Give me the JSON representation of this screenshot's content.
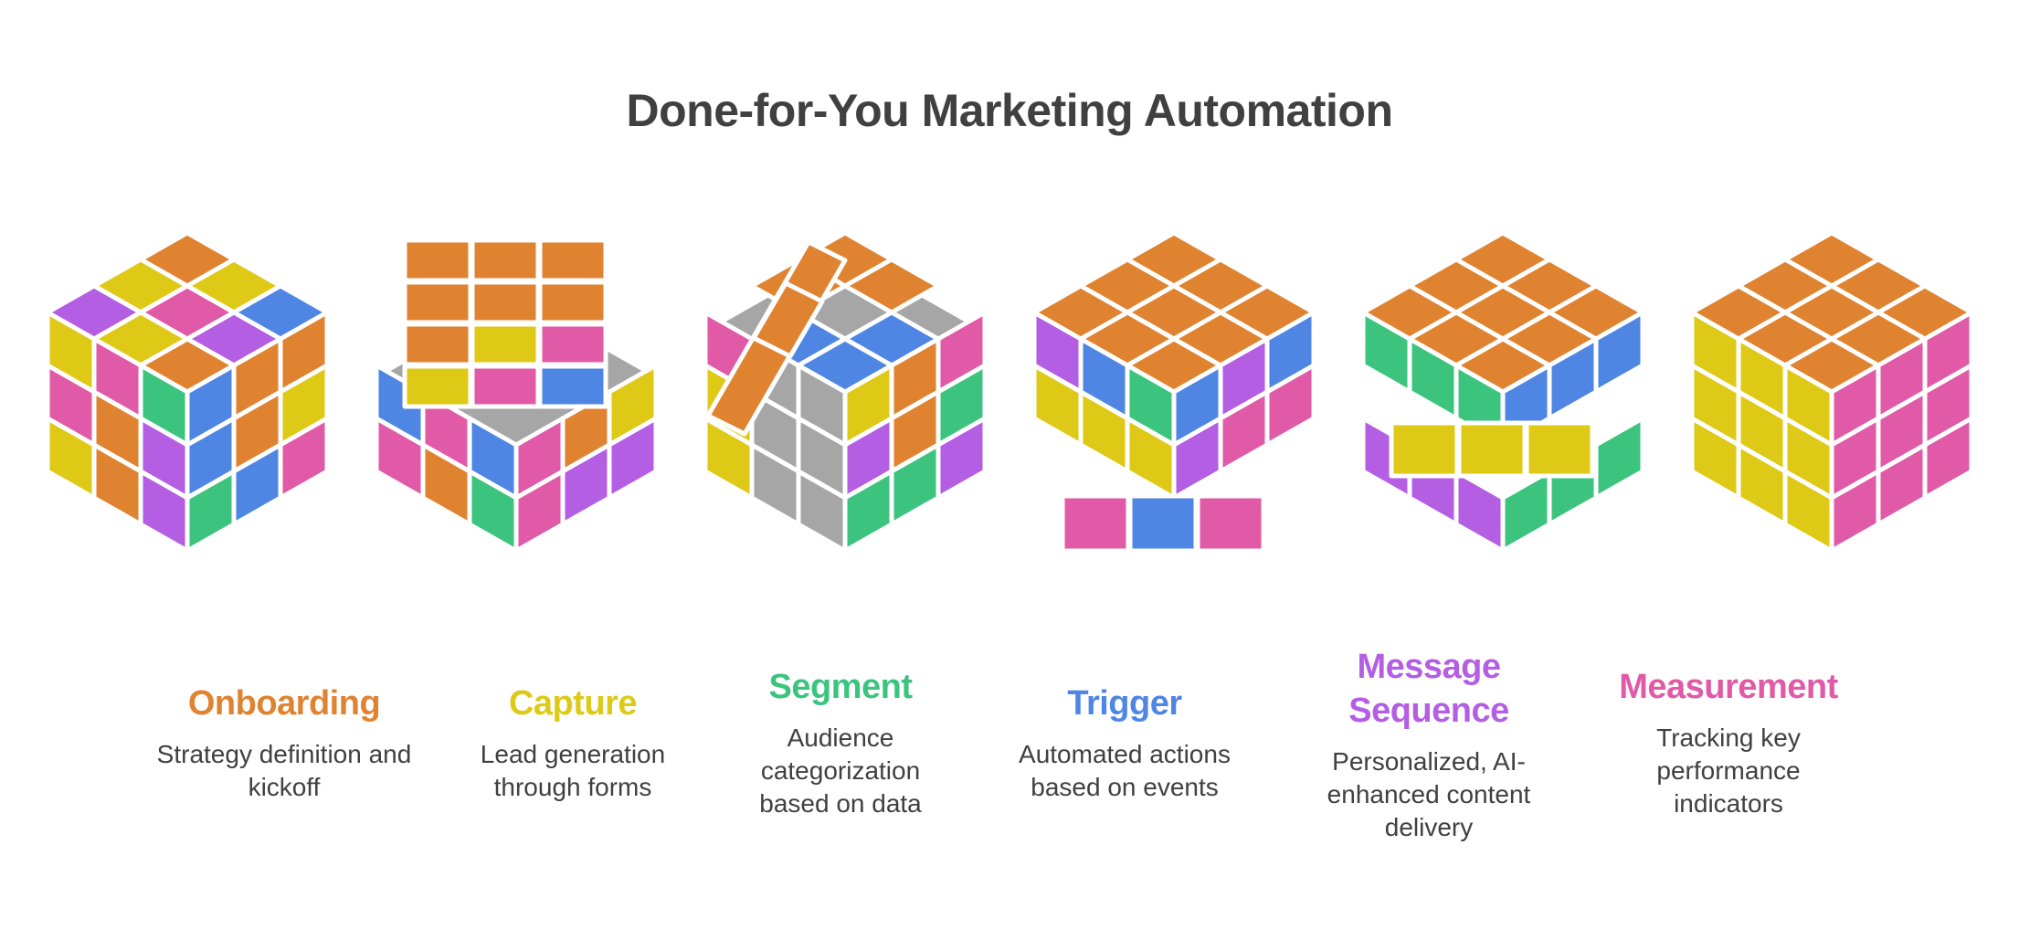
{
  "title": "Done-for-You Marketing Automation",
  "colors": {
    "orange": "#E08331",
    "yellow": "#DFC917",
    "green": "#3CC47F",
    "blue": "#4F86E4",
    "pink": "#E05AA7",
    "purple": "#B35EE3",
    "gray": "#A6A6A6",
    "text": "#404040"
  },
  "steps": [
    {
      "label": "Onboarding",
      "description": "Strategy definition and kickoff",
      "color": "#E08331"
    },
    {
      "label": "Capture",
      "description": "Lead generation through forms",
      "color": "#DFC917"
    },
    {
      "label": "Segment",
      "description": "Audience categorization based on data",
      "color": "#3CC47F"
    },
    {
      "label": "Trigger",
      "description": "Automated actions based on events",
      "color": "#4F86E4"
    },
    {
      "label": "Message Sequence",
      "description": "Personalized, AI-enhanced content delivery",
      "color": "#B35EE3"
    },
    {
      "label": "Measurement",
      "description": "Tracking key performance indicators",
      "color": "#E05AA7"
    }
  ]
}
